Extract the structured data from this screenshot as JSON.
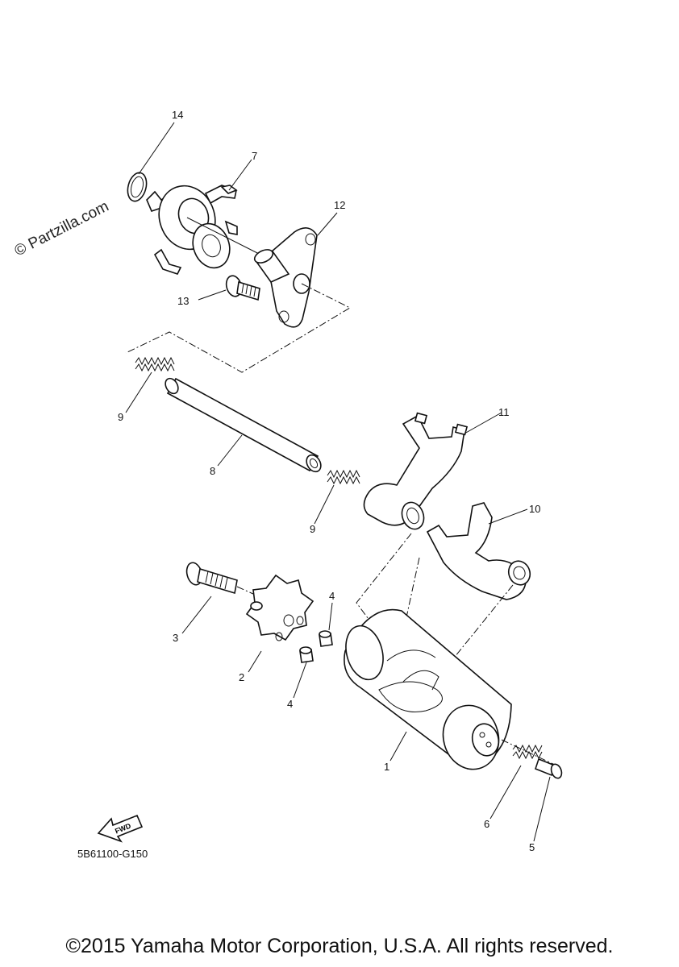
{
  "watermark": "© Partzilla.com",
  "diagram_code": "5B61100-G150",
  "fwd_label": "FWD",
  "copyright": "©2015 Yamaha Motor Corporation, U.S.A. All rights reserved.",
  "callouts": {
    "c14": "14",
    "c7": "7",
    "c12": "12",
    "c13": "13",
    "c9a": "9",
    "c8": "8",
    "c9b": "9",
    "c11": "11",
    "c10": "10",
    "c3": "3",
    "c4a": "4",
    "c2": "2",
    "c4b": "4",
    "c1": "1",
    "c6": "6",
    "c5": "5"
  }
}
